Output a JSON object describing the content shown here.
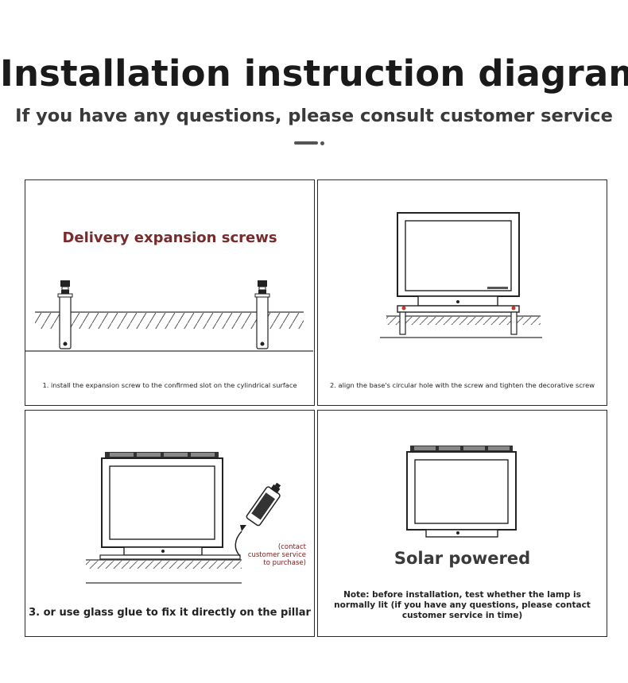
{
  "header": {
    "title": "Installation instruction diagram",
    "subtitle": "If you have any questions, please consult customer service"
  },
  "panels": {
    "p1": {
      "heading": "Delivery expansion screws",
      "caption": "1. install the expansion screw to the confirmed slot on the cylindrical surface"
    },
    "p2": {
      "caption": "2. align the base's circular hole with the screw and tighten the decorative screw"
    },
    "p3": {
      "caption": "3. or use glass glue to fix it directly on the pillar",
      "contact_line1": "(contact",
      "contact_line2": "customer service",
      "contact_line3": "to purchase)"
    },
    "p4": {
      "heading": "Solar powered",
      "note_line1": "Note: before installation, test whether the lamp is",
      "note_line2": "normally lit (if you have any questions, please contact",
      "note_line3": "customer service in time)"
    }
  },
  "colors": {
    "accent": "#7a2a2a",
    "text": "#1a1a1a",
    "line": "#2a2a2a",
    "red_marker": "#c0392b"
  },
  "icons": [
    "expansion-screw-icon",
    "lamp-icon",
    "glue-tube-icon",
    "solar-panel-icon"
  ]
}
